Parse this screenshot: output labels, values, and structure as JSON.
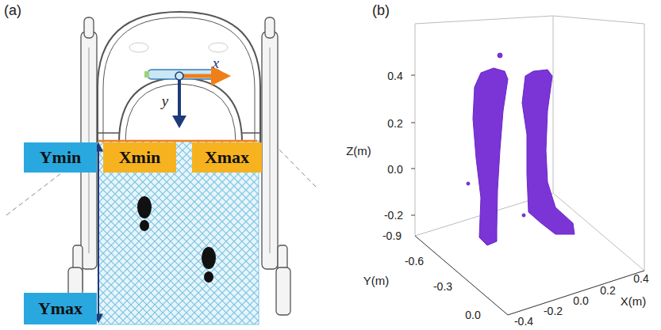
{
  "diagram": {
    "nodes": [
      {
        "text": [
          "Ymin"
        ]
      },
      {
        "text": [
          "Xmin"
        ]
      },
      {
        "text": [
          "Xmax"
        ]
      },
      {
        "text": [
          "Ymax"
        ]
      }
    ],
    "labels": [
      "(a)",
      "(b)",
      "x",
      "y",
      "Z(m)",
      "0.4",
      "0.2",
      "0.0",
      "-0.2",
      "-0.9",
      "-0.6",
      "-0.3",
      "0.0",
      "Y(m)",
      "-0.4",
      "-0.2",
      "0.0",
      "0.2",
      "0.4",
      "X(m)"
    ]
  }
}
